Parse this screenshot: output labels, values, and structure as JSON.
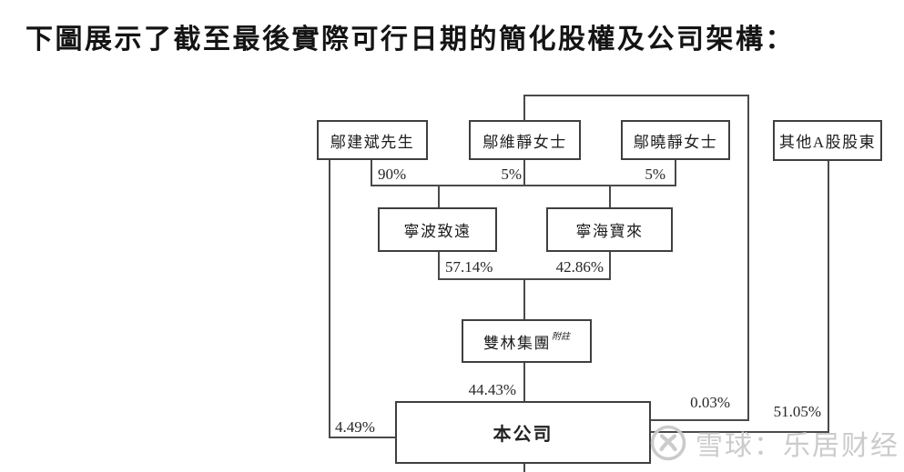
{
  "title": "下圖展示了截至最後實際可行日期的簡化股權及公司架構：",
  "chart": {
    "type": "ownership-structure-diagram",
    "nodes": {
      "wu_jianbin": {
        "label": "鄔建斌先生"
      },
      "wu_weijing": {
        "label": "鄔維靜女士"
      },
      "wu_xiaojing": {
        "label": "鄔曉靜女士"
      },
      "other_a": {
        "label": "其他A股股東"
      },
      "ningbo_zhiyuan": {
        "label": "寧波致遠"
      },
      "ninghai_baolai": {
        "label": "寧海寶來"
      },
      "shuanglin": {
        "label": "雙林集團",
        "note": "附註"
      },
      "company": {
        "label": "本公司"
      }
    },
    "percent_labels": {
      "wu_jianbin_holding": "90%",
      "wu_weijing_holding": "5%",
      "wu_xiaojing_holding": "5%",
      "zhiyuan_in_shuanglin": "57.14%",
      "baolai_in_shuanglin": "42.86%",
      "shuanglin_in_company": "44.43%",
      "wu_jianbin_in_company": "4.49%",
      "individuals_in_company": "0.03%",
      "other_a_in_company": "51.05%"
    }
  },
  "watermark": {
    "text": "雪球：乐居财经",
    "logo": "xueqiu-logo"
  },
  "colors": {
    "line": "#4a4a4a",
    "text": "#1c1c1c",
    "watermark": "#c9c9c9",
    "background": "#ffffff"
  }
}
